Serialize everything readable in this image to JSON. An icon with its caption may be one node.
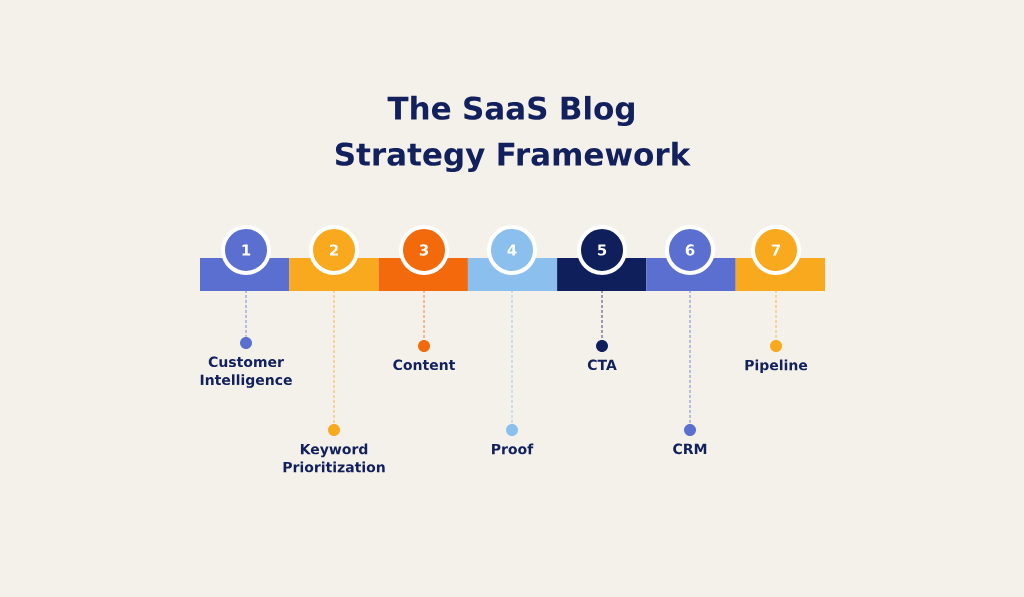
{
  "diagram": {
    "title": "The SaaS Blog Strategy Framework",
    "nodes": [
      {
        "text": [
          "1"
        ]
      },
      {
        "text": [
          "2"
        ]
      },
      {
        "text": [
          "3"
        ]
      },
      {
        "text": [
          "4"
        ]
      },
      {
        "text": [
          "5"
        ]
      },
      {
        "text": [
          "6"
        ]
      },
      {
        "text": [
          "7"
        ]
      },
      {
        "text": [],
        "shape": "circle",
        "beside": [
          "Customer Intelligence"
        ]
      },
      {
        "text": [],
        "shape": "circle",
        "beside": [
          "Keyword Prioritization"
        ]
      },
      {
        "text": [],
        "shape": "circle",
        "beside": [
          "Content"
        ]
      },
      {
        "text": [],
        "shape": "circle",
        "beside": [
          "Proof"
        ]
      },
      {
        "text": [],
        "shape": "circle",
        "beside": [
          "CTA"
        ]
      },
      {
        "text": [],
        "shape": "circle",
        "beside": [
          "CRM"
        ]
      },
      {
        "text": [],
        "shape": "circle",
        "beside": [
          "Pipeline"
        ]
      }
    ],
    "edges": [
      {
        "from": 0,
        "to": 7,
        "arrow": "none",
        "style": "dashed",
        "color": "#5b6fd0"
      },
      {
        "from": 1,
        "to": 8,
        "arrow": "none",
        "style": "dashed",
        "color": "#f8a91e"
      },
      {
        "from": 2,
        "to": 9,
        "arrow": "none",
        "style": "dashed",
        "color": "#f26a0c"
      },
      {
        "from": 3,
        "to": 10,
        "arrow": "none",
        "style": "dashed",
        "color": "#8bbfee"
      },
      {
        "from": 4,
        "to": 11,
        "arrow": "none",
        "style": "dashed",
        "color": "#0f1f5c"
      },
      {
        "from": 5,
        "to": 12,
        "arrow": "none",
        "style": "dashed",
        "color": "#5b6fd0"
      },
      {
        "from": 6,
        "to": 13,
        "arrow": "none",
        "style": "dashed",
        "color": "#f8a91e"
      }
    ]
  }
}
